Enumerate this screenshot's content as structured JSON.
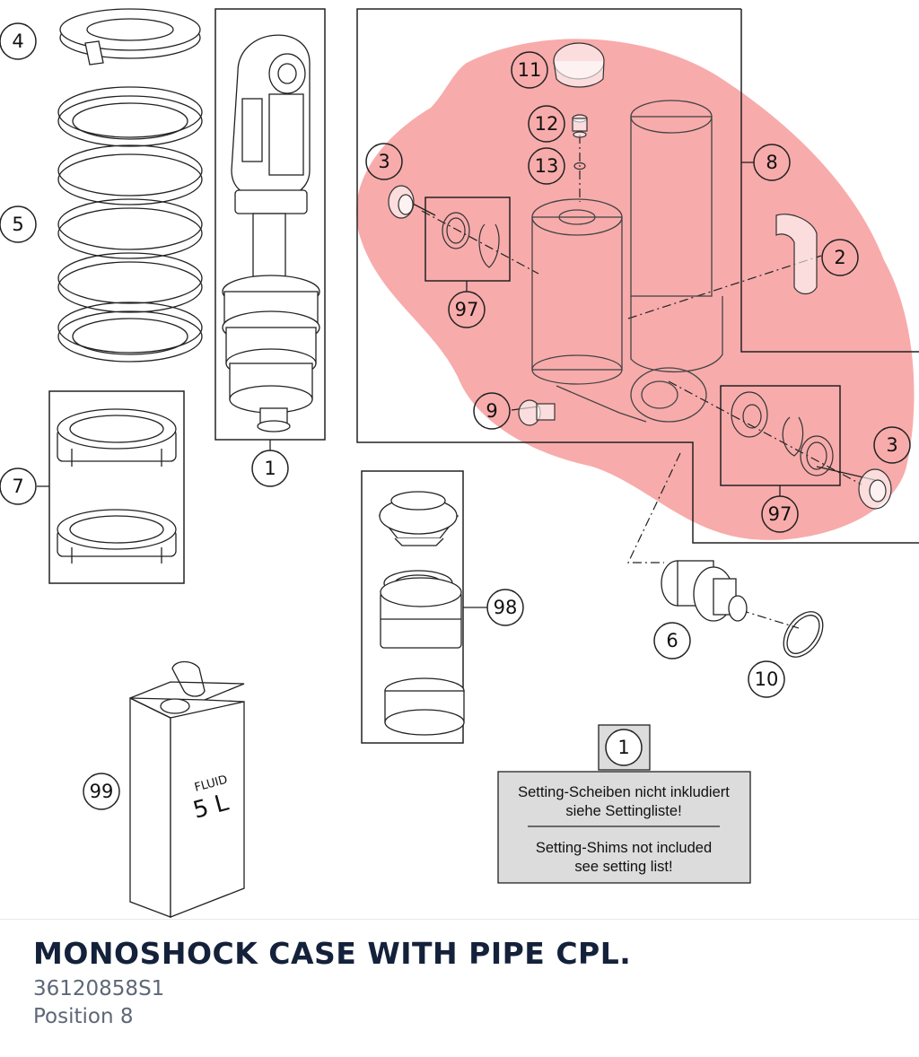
{
  "highlight": {
    "color": "#f79c9c"
  },
  "callouts": {
    "c4": "4",
    "c5": "5",
    "c7": "7",
    "c1": "1",
    "c11": "11",
    "c12": "12",
    "c13": "13",
    "c3a": "3",
    "c8": "8",
    "c2": "2",
    "c97a": "97",
    "c9": "9",
    "c3b": "3",
    "c97b": "97",
    "c98": "98",
    "c6": "6",
    "c10": "10",
    "c99": "99",
    "c1note": "1"
  },
  "canister": {
    "line1": "FLUID",
    "line2": "5 L"
  },
  "note": {
    "de_line1": "Setting-Scheiben nicht inkludiert",
    "de_line2": "siehe Settingliste!",
    "en_line1": "Setting-Shims not included",
    "en_line2": "see setting list!"
  },
  "part": {
    "title": "MONOSHOCK CASE WITH PIPE CPL.",
    "number": "36120858S1",
    "position": "Position 8"
  }
}
